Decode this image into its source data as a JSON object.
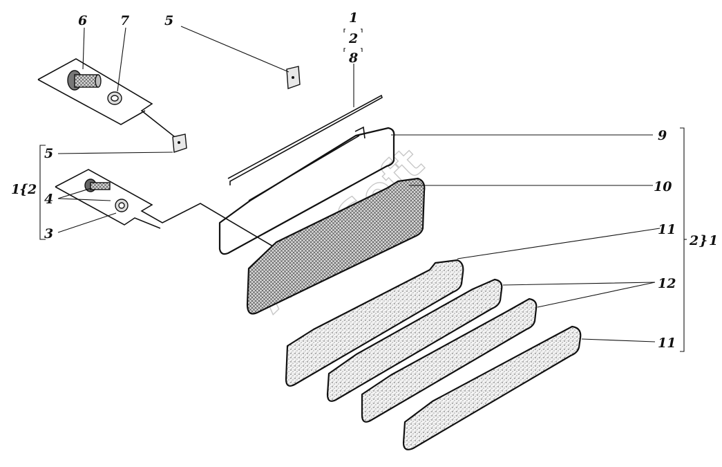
{
  "diagram": {
    "watermark": "AutoSoft",
    "callouts": {
      "n6": "6",
      "n7": "7",
      "n5_top": "5",
      "n1_top": "1",
      "n2_top": "2",
      "n8": "8",
      "n9": "9",
      "n10": "10",
      "n11_a": "11",
      "n12": "12",
      "n11_b": "11",
      "n5_left": "5",
      "n1_left": "1",
      "n2_left": "2",
      "n4": "4",
      "n3": "3",
      "n2_right": "2",
      "n1_right": "1"
    },
    "colors": {
      "ink": "#111111",
      "paper": "#ffffff",
      "texture": "#555555",
      "watermark": "#9a9a9a"
    }
  }
}
